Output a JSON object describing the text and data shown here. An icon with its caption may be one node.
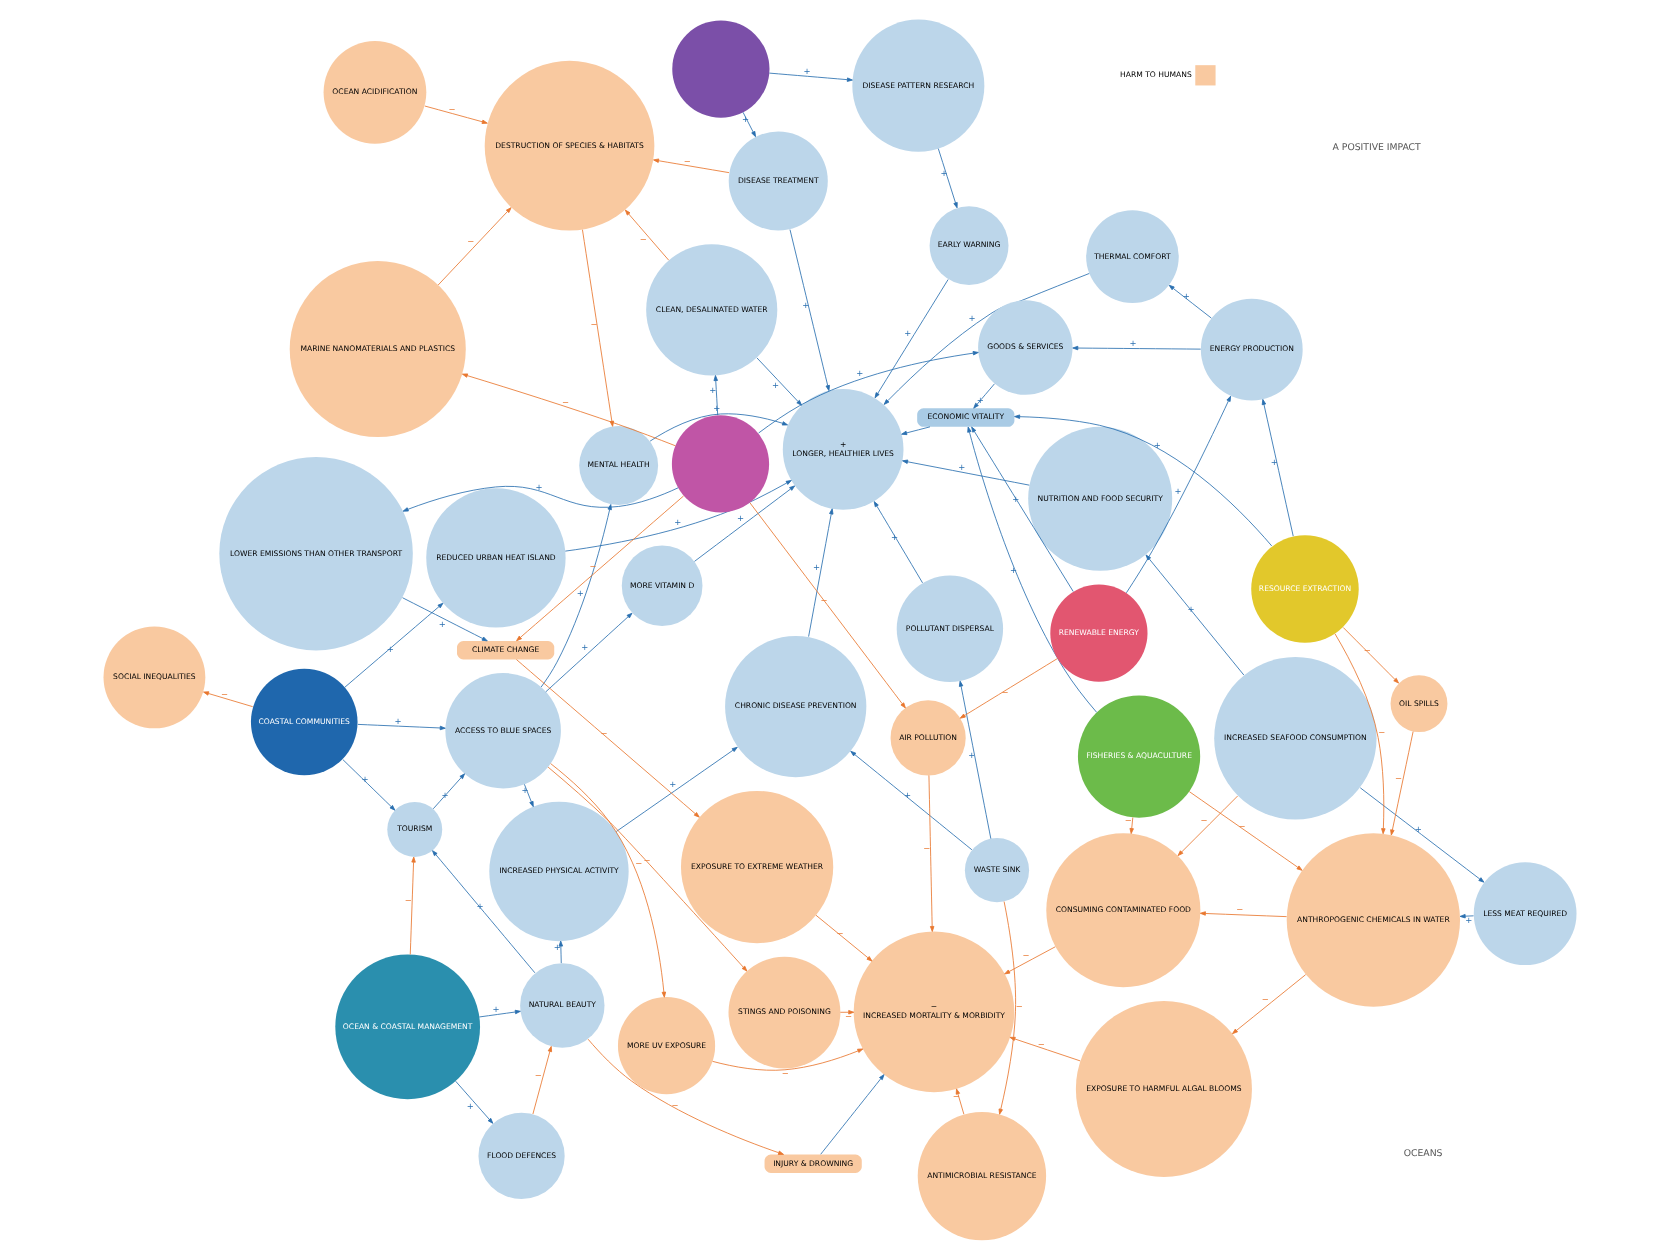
{
  "diagram": {
    "nodes": [
      {
        "text": [
          "OCEAN & COASTAL MANAGEMENT"
        ]
      },
      {
        "text": [
          "WASTE SINK"
        ]
      },
      {
        "text": [
          "INCREASED SEAFOOD CONSUMPTION"
        ]
      },
      {
        "text": [
          "FISHERIES & AQUACULTURE"
        ]
      },
      {
        "text": [
          "NATURAL BEAUTY"
        ]
      },
      {
        "text": [
          "FLOOD DEFENCES"
        ]
      },
      {
        "text": [
          "LESS MEAT REQUIRED"
        ]
      },
      {
        "text": [
          "ANTHROPOGENIC CHEMICALS IN WATER"
        ]
      },
      {
        "text": [
          "TOURISM"
        ]
      },
      {
        "text": [
          "INCREASED PHYSICAL ACTIVITY"
        ]
      },
      {
        "text": [
          "ANTIMICROBIAL RESISTANCE"
        ]
      },
      {
        "text": [
          "POLLUTANT DISPERSAL"
        ]
      },
      {
        "text": [
          "CHRONIC DISEASE PREVENTION"
        ]
      },
      {
        "text": [
          "NUTRITION AND FOOD SECURITY"
        ]
      },
      {
        "text": [
          "CONSUMING CONTAMINATED FOOD"
        ]
      },
      {
        "text": [
          "RESOURCE EXTRACTION"
        ]
      },
      {
        "text": [
          "REDUCED URBAN HEAT ISLAND"
        ]
      },
      {
        "text": [
          "ACCESS TO BLUE SPACES"
        ]
      },
      {
        "text": [
          "MORE VITAMIN D"
        ]
      },
      {
        "text": [
          "+",
          "LONGER, HEALTHIER LIVES"
        ]
      },
      {
        "text": [
          "−",
          "INCREASED MORTALITY & MORBIDITY"
        ]
      },
      {
        "text": [
          "EXPOSURE TO HARMFUL ALGAL BLOOMS"
        ]
      },
      {
        "text": [
          "OIL SPILLS"
        ]
      },
      {
        "text": [
          "COASTAL COMMUNITIES"
        ]
      },
      {
        "text": [
          "MENTAL HEALTH"
        ]
      },
      {
        "text": [
          "STINGS AND POISONING"
        ]
      },
      {
        "text": [
          "THERMAL COMFORT"
        ]
      },
      {
        "text": [
          "ENERGY PRODUCTION"
        ]
      },
      {
        "text": [
          "MORE UV EXPOSURE"
        ]
      },
      {
        "text": [
          "RENEWABLE ENERGY"
        ]
      },
      {
        "text": [
          "EARLY WARNING"
        ]
      },
      {
        "text": [
          "EXPOSURE TO EXTREME WEATHER"
        ]
      },
      {
        "text": [
          "OCEAN ACIDIFICATION"
        ]
      },
      {
        "text": [
          "GOODS & SERVICES"
        ]
      },
      {
        "text": [
          "SOCIAL INEQUALITIES"
        ]
      },
      {
        "text": [
          "DESTRUCTION OF SPECIES & HABITATS"
        ]
      },
      {
        "text": [
          "DISEASE TREATMENT"
        ]
      },
      {
        "text": [
          "DISEASE PATTERN RESEARCH"
        ]
      },
      {
        "text": [
          "LOWER EMISSIONS THAN OTHER TRANSPORT"
        ]
      },
      {
        "text": [
          "AIR POLLUTION"
        ]
      },
      {
        "text": [
          "CLEAN, DESALINATED WATER"
        ]
      },
      {
        "text": [
          "MARINE NANOMATERIALS AND PLASTICS"
        ]
      },
      {
        "text": [],
        "shape": "circle"
      },
      {
        "text": [],
        "shape": "circle"
      },
      {
        "text": [
          "INJURY & DROWNING"
        ]
      },
      {
        "text": [
          "ECONOMIC VITALITY"
        ]
      },
      {
        "text": [
          "CLIMATE CHANGE"
        ]
      }
    ],
    "edges": [
      {
        "from": 0,
        "to": 4,
        "arrow": "to",
        "label": "+"
      },
      {
        "from": 0,
        "to": 5,
        "arrow": "to",
        "label": "+"
      },
      {
        "from": 0,
        "to": 8,
        "arrow": "to",
        "label": "−",
        "color": "#e8772e"
      },
      {
        "from": 5,
        "to": 4,
        "arrow": "to",
        "label": "−",
        "color": "#e8772e"
      },
      {
        "from": 4,
        "to": 8,
        "arrow": "to",
        "label": "+"
      },
      {
        "from": 4,
        "to": 9,
        "arrow": "to",
        "label": "+"
      },
      {
        "from": 4,
        "to": 44,
        "arrow": "to",
        "label": "−",
        "color": "#e8772e"
      },
      {
        "from": 1,
        "to": 11,
        "arrow": "to",
        "label": "+"
      },
      {
        "from": 1,
        "to": 12,
        "arrow": "to",
        "label": "+"
      },
      {
        "from": 1,
        "to": 10,
        "arrow": "to",
        "label": "−",
        "color": "#e8772e"
      },
      {
        "from": 11,
        "to": 19,
        "arrow": "to",
        "label": "+"
      },
      {
        "from": 12,
        "to": 19,
        "arrow": "to",
        "label": "+"
      },
      {
        "from": 10,
        "to": 20,
        "arrow": "to",
        "label": "−",
        "color": "#e8772e"
      },
      {
        "from": 2,
        "to": 6,
        "arrow": "to",
        "label": "+"
      },
      {
        "from": 6,
        "to": 7,
        "arrow": "to",
        "label": "+"
      },
      {
        "from": 2,
        "to": 13,
        "arrow": "to",
        "label": "+"
      },
      {
        "from": 2,
        "to": 14,
        "arrow": "to",
        "label": "−",
        "color": "#e8772e"
      },
      {
        "from": 3,
        "to": 7,
        "arrow": "to",
        "label": "−",
        "color": "#e8772e"
      },
      {
        "from": 3,
        "to": 14,
        "arrow": "to",
        "label": "−",
        "color": "#e8772e"
      },
      {
        "from": 3,
        "to": 45,
        "arrow": "to",
        "label": "+"
      },
      {
        "from": 7,
        "to": 14,
        "arrow": "to",
        "label": "−",
        "color": "#e8772e"
      },
      {
        "from": 7,
        "to": 21,
        "arrow": "to",
        "label": "−",
        "color": "#e8772e"
      },
      {
        "from": 15,
        "to": 7,
        "arrow": "to",
        "label": "−",
        "color": "#e8772e"
      },
      {
        "from": 22,
        "to": 7,
        "arrow": "to",
        "label": "−",
        "color": "#e8772e"
      },
      {
        "from": 15,
        "to": 22,
        "arrow": "to",
        "label": "−",
        "color": "#e8772e"
      },
      {
        "from": 15,
        "to": 45,
        "arrow": "to",
        "label": "+"
      },
      {
        "from": 15,
        "to": 27,
        "arrow": "to",
        "label": "+"
      },
      {
        "from": 14,
        "to": 20,
        "arrow": "to",
        "label": "−",
        "color": "#e8772e"
      },
      {
        "from": 21,
        "to": 20,
        "arrow": "to",
        "label": "−",
        "color": "#e8772e"
      },
      {
        "from": 13,
        "to": 19,
        "arrow": "to",
        "label": "+"
      },
      {
        "from": 23,
        "to": 8,
        "arrow": "to",
        "label": "+"
      },
      {
        "from": 23,
        "to": 16,
        "arrow": "to",
        "label": "+"
      },
      {
        "from": 23,
        "to": 17,
        "arrow": "to",
        "label": "+"
      },
      {
        "from": 8,
        "to": 17,
        "arrow": "to",
        "label": "+"
      },
      {
        "from": 16,
        "to": 19,
        "arrow": "to",
        "label": "+"
      },
      {
        "from": 17,
        "to": 9,
        "arrow": "to",
        "label": "+"
      },
      {
        "from": 17,
        "to": 18,
        "arrow": "to",
        "label": "+"
      },
      {
        "from": 17,
        "to": 24,
        "arrow": "to",
        "label": "+"
      },
      {
        "from": 9,
        "to": 12,
        "arrow": "to",
        "label": "+"
      },
      {
        "from": 18,
        "to": 19,
        "arrow": "to",
        "label": "+"
      },
      {
        "from": 24,
        "to": 19,
        "arrow": "to",
        "label": "+"
      },
      {
        "from": 17,
        "to": 25,
        "arrow": "to",
        "label": "−",
        "color": "#e8772e"
      },
      {
        "from": 25,
        "to": 20,
        "arrow": "to",
        "label": "−",
        "color": "#e8772e"
      },
      {
        "from": 17,
        "to": 28,
        "arrow": "to",
        "label": "−",
        "color": "#e8772e"
      },
      {
        "from": 28,
        "to": 20,
        "arrow": "to",
        "label": "−",
        "color": "#e8772e"
      },
      {
        "from": 23,
        "to": 34,
        "arrow": "to",
        "label": "−",
        "color": "#e8772e"
      },
      {
        "from": 27,
        "to": 26,
        "arrow": "to",
        "label": "+"
      },
      {
        "from": 26,
        "to": 19,
        "arrow": "to",
        "label": "+"
      },
      {
        "from": 29,
        "to": 27,
        "arrow": "to",
        "label": "+"
      },
      {
        "from": 29,
        "to": 45,
        "arrow": "to",
        "label": "+"
      },
      {
        "from": 29,
        "to": 39,
        "arrow": "to",
        "label": "−",
        "color": "#e8772e"
      },
      {
        "from": 27,
        "to": 33,
        "arrow": "to",
        "label": "+"
      },
      {
        "from": 33,
        "to": 45,
        "arrow": "to",
        "label": "+"
      },
      {
        "from": 30,
        "to": 19,
        "arrow": "to",
        "label": "+"
      },
      {
        "from": 36,
        "to": 19,
        "arrow": "to",
        "label": "+"
      },
      {
        "from": 31,
        "to": 20,
        "arrow": "to",
        "label": "−",
        "color": "#e8772e"
      },
      {
        "from": 46,
        "to": 31,
        "arrow": "to",
        "label": "−",
        "color": "#e8772e"
      },
      {
        "from": 38,
        "to": 46,
        "arrow": "to",
        "label": "+"
      },
      {
        "from": 39,
        "to": 20,
        "arrow": "to",
        "label": "−",
        "color": "#e8772e"
      },
      {
        "from": 32,
        "to": 35,
        "arrow": "to",
        "label": "−",
        "color": "#e8772e"
      },
      {
        "from": 41,
        "to": 35,
        "arrow": "to",
        "label": "−",
        "color": "#e8772e"
      },
      {
        "from": 40,
        "to": 35,
        "arrow": "to",
        "label": "−",
        "color": "#e8772e"
      },
      {
        "from": 36,
        "to": 35,
        "arrow": "to",
        "label": "−",
        "color": "#e8772e"
      },
      {
        "from": 35,
        "to": 24,
        "arrow": "to",
        "label": "−",
        "color": "#e8772e"
      },
      {
        "from": 42,
        "to": 36,
        "arrow": "to",
        "label": "+"
      },
      {
        "from": 42,
        "to": 37,
        "arrow": "to",
        "label": "+"
      },
      {
        "from": 37,
        "to": 30,
        "arrow": "to",
        "label": "+"
      },
      {
        "from": 43,
        "to": 38,
        "arrow": "to",
        "label": "+"
      },
      {
        "from": 43,
        "to": 33,
        "arrow": "to",
        "label": "+"
      },
      {
        "from": 43,
        "to": 39,
        "arrow": "to",
        "label": "−",
        "color": "#e8772e"
      },
      {
        "from": 43,
        "to": 46,
        "arrow": "to",
        "label": "−",
        "color": "#e8772e"
      },
      {
        "from": 43,
        "to": 41,
        "arrow": "to",
        "label": "−",
        "color": "#e8772e"
      },
      {
        "from": 43,
        "to": 40,
        "arrow": "to",
        "label": "+"
      },
      {
        "from": 40,
        "to": 19,
        "arrow": "to",
        "label": "+"
      },
      {
        "from": 44,
        "to": 20,
        "arrow": "to"
      },
      {
        "from": 45,
        "to": 19,
        "arrow": "to"
      }
    ],
    "labels": [
      "OCEANS",
      "A POSITIVE IMPACT"
    ],
    "legend": [
      {
        "text": "HARM TO HUMANS",
        "color": "#f9c9a0"
      }
    ]
  }
}
